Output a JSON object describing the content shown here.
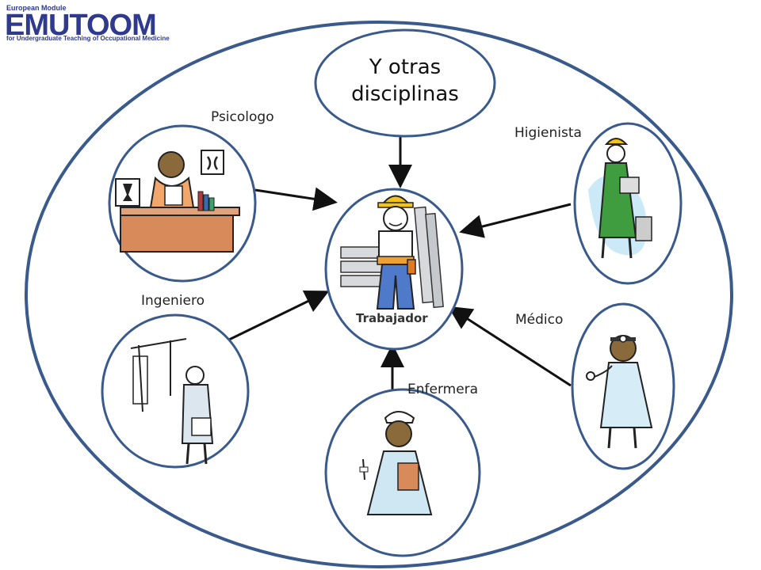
{
  "logo": {
    "top_text": "European Module",
    "main_text": "EMUTOOM",
    "sub_text": "for Undergraduate Teaching of Occupational Medicine"
  },
  "diagram": {
    "center_label": "Trabajador",
    "other_disciplines": "Y otras disciplinas",
    "roles": {
      "psicologo": "Psicologo",
      "higienista": "Higienista",
      "ingeniero": "Ingeniero",
      "medico": "Médico",
      "enfermera": "Enfermera"
    }
  },
  "colors": {
    "outline": "#3a5a8c",
    "arrow": "#111111",
    "brand": "#2f3a8f"
  }
}
